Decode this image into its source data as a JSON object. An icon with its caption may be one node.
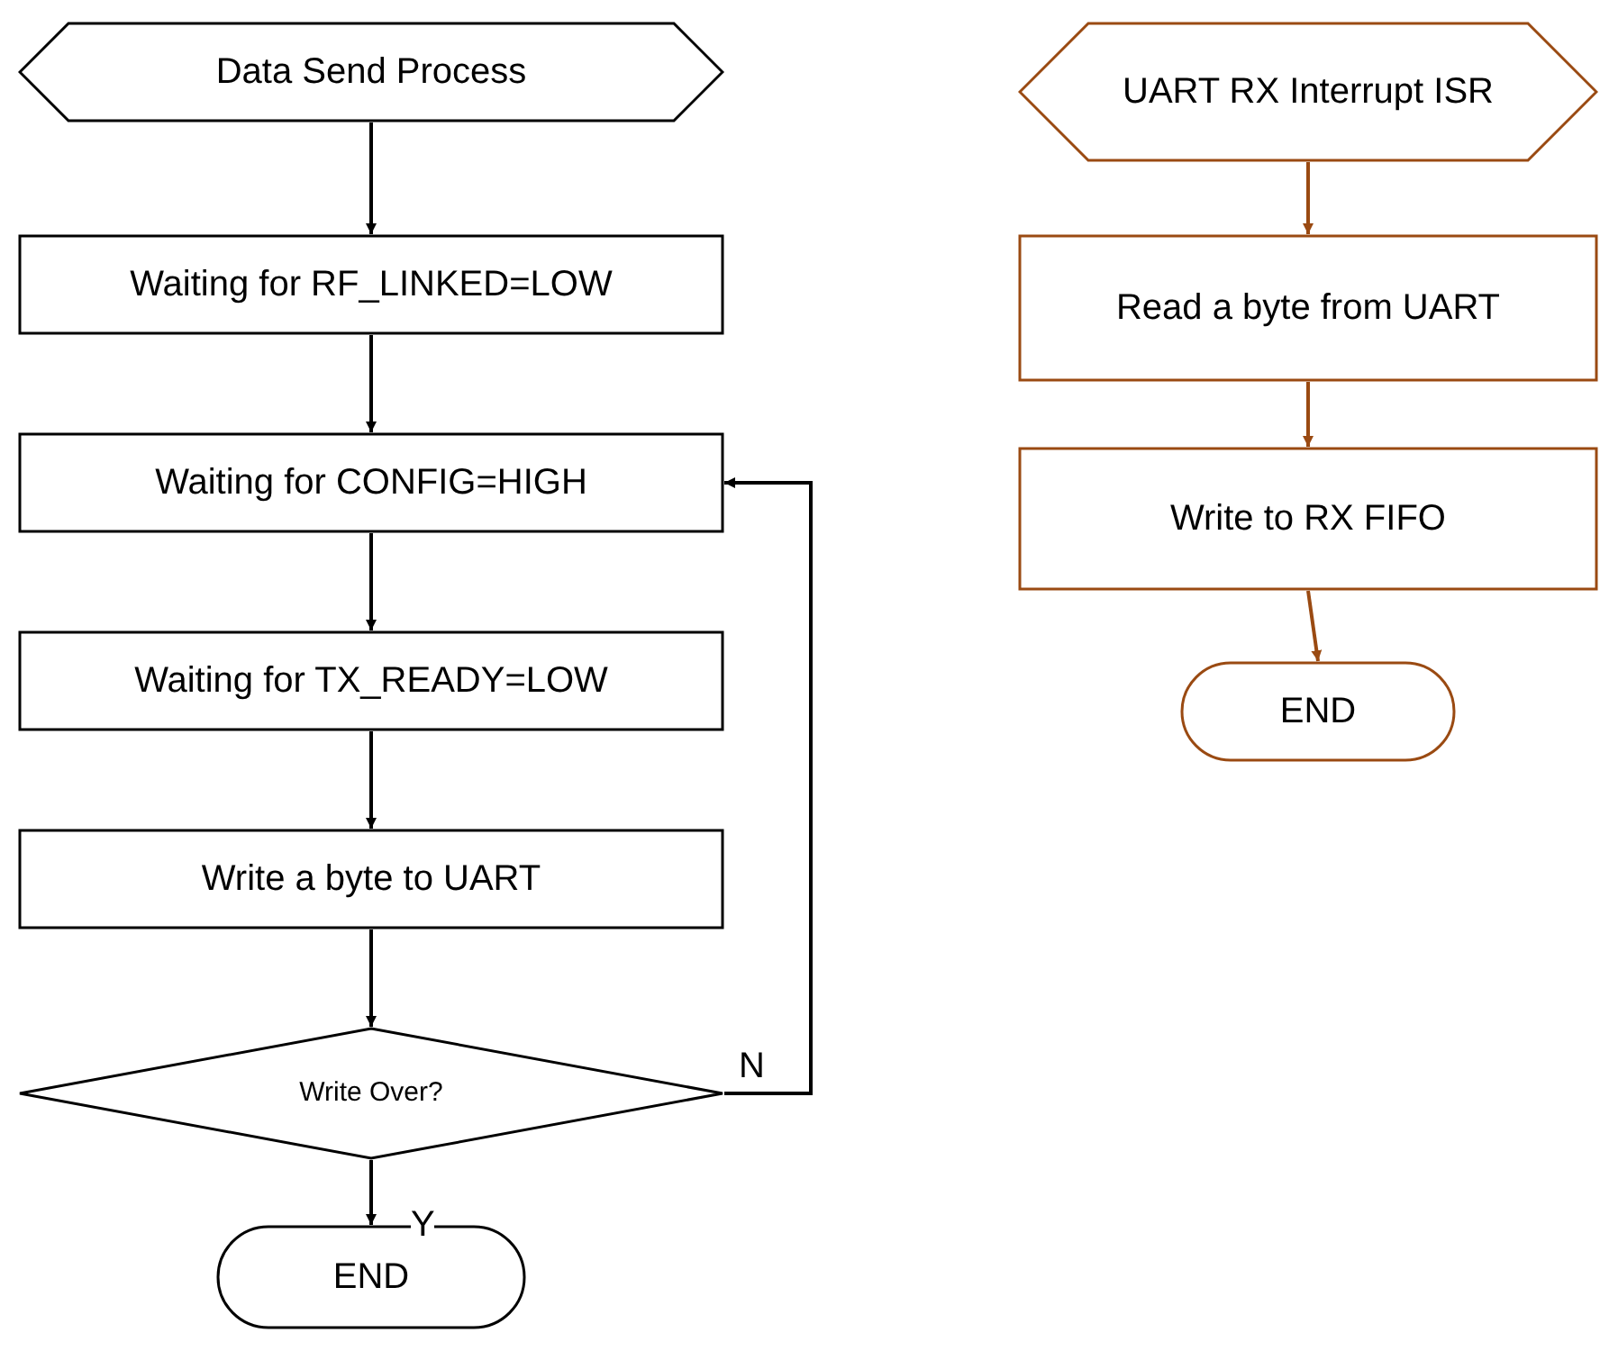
{
  "diagram": {
    "nodes": [
      {
        "text": [
          "Data Send Process"
        ]
      },
      {
        "text": [
          "Waiting for RF_LINKED=LOW"
        ]
      },
      {
        "text": [
          "Waiting for CONFIG=HIGH"
        ]
      },
      {
        "text": [
          "Waiting for TX_READY=LOW"
        ]
      },
      {
        "text": [
          "Write a byte to UART"
        ]
      },
      {
        "text": [
          "Write Over?"
        ]
      },
      {
        "text": [
          "END"
        ]
      },
      {
        "text": [
          "UART RX Interrupt ISR"
        ]
      },
      {
        "text": [
          "Read a byte from UART"
        ]
      },
      {
        "text": [
          "Write to RX FIFO"
        ]
      },
      {
        "text": [
          "END"
        ]
      }
    ],
    "edges": [
      {
        "from": 0,
        "to": 1,
        "arrow": "to"
      },
      {
        "from": 1,
        "to": 2,
        "arrow": "to"
      },
      {
        "from": 2,
        "to": 3,
        "arrow": "to"
      },
      {
        "from": 3,
        "to": 4,
        "arrow": "to"
      },
      {
        "from": 4,
        "to": 5,
        "arrow": "to"
      },
      {
        "from": 5,
        "to": 6,
        "arrow": "to",
        "label": "Y"
      },
      {
        "from": 5,
        "to": 2,
        "arrow": "to",
        "label": "N"
      },
      {
        "from": 7,
        "to": 8,
        "arrow": "to",
        "color": "#9a4a12"
      },
      {
        "from": 8,
        "to": 9,
        "arrow": "to",
        "color": "#9a4a12"
      },
      {
        "from": 9,
        "to": 10,
        "arrow": "to",
        "color": "#9a4a12"
      }
    ]
  }
}
